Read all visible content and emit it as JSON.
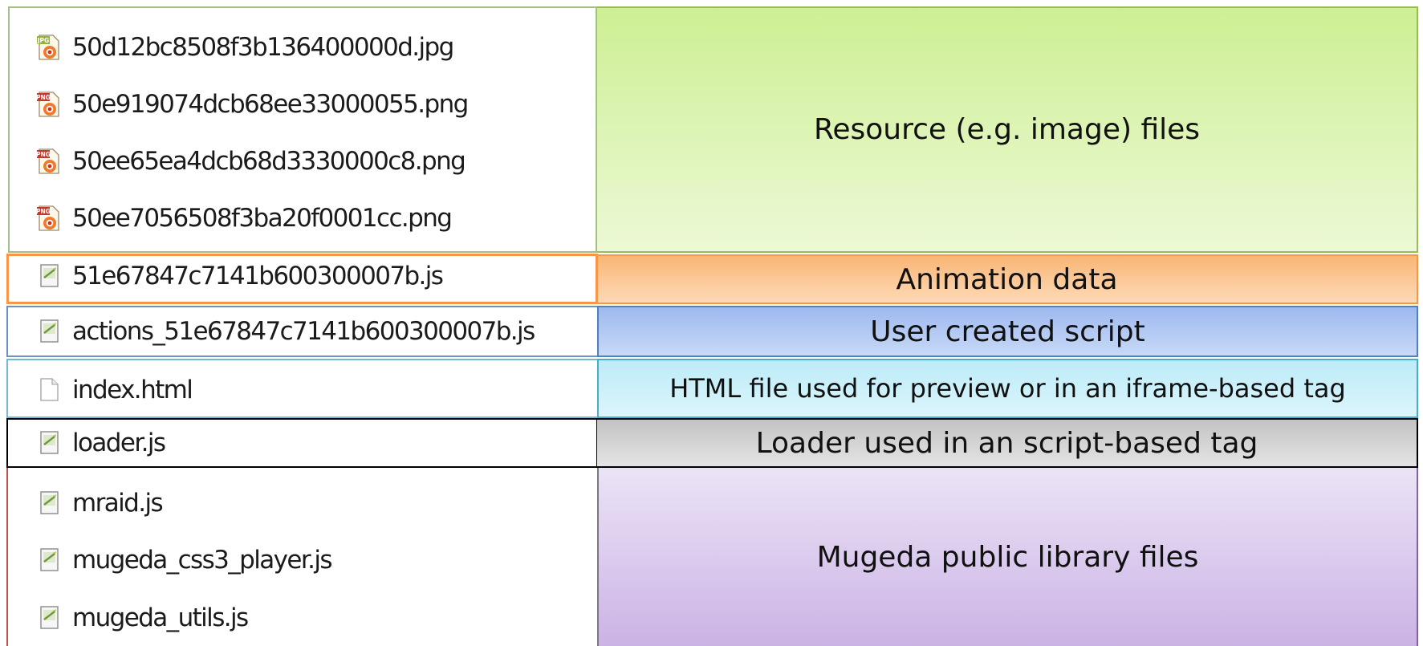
{
  "groups": {
    "resource": {
      "files": [
        "50d12bc8508f3b136400000d.jpg",
        "50e919074dcb68ee33000055.png",
        "50ee65ea4dcb68d3330000c8.png",
        "50ee7056508f3ba20f0001cc.png"
      ],
      "icon": "image-file-icon",
      "icon_badges": [
        "JPG",
        "PNG",
        "PNG",
        "PNG"
      ],
      "label": "Resource (e.g. image) files",
      "color": "#d8f3a8",
      "border": "#9bbb59"
    },
    "animation": {
      "files": [
        "51e67847c7141b600300007b.js"
      ],
      "icon": "script-file-icon",
      "label": "Animation data",
      "color": "#fbc696",
      "border": "#f79646"
    },
    "user_script": {
      "files": [
        "actions_51e67847c7141b600300007b.js"
      ],
      "icon": "script-file-icon",
      "label": "User created script",
      "color": "#a9c4f2",
      "border": "#4f81bd"
    },
    "html": {
      "files": [
        "index.html"
      ],
      "icon": "blank-file-icon",
      "label": "HTML file used for preview or in an iframe-based tag",
      "color": "#c2edf8",
      "border": "#4bacc6"
    },
    "loader": {
      "files": [
        "loader.js"
      ],
      "icon": "script-file-icon",
      "label": "Loader used in an script-based tag",
      "color": "#d2d2d2",
      "border": "#000000"
    },
    "library": {
      "files": [
        "mraid.js",
        "mugeda_css3_player.js",
        "mugeda_utils.js"
      ],
      "icon": "script-file-icon",
      "label": "Mugeda public library files",
      "color": "#d8c6ec",
      "border": "#c0504d"
    }
  }
}
